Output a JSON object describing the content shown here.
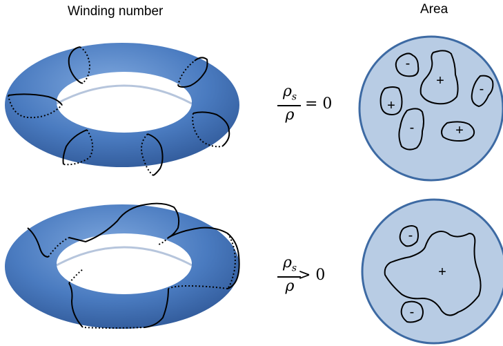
{
  "headings": {
    "left": "Winding number",
    "right": "Area"
  },
  "formulas": {
    "top": {
      "numerator": "ρ",
      "numerator_sub": "s",
      "denominator": "ρ",
      "relation": "= 0"
    },
    "bottom": {
      "numerator": "ρ",
      "numerator_sub": "s",
      "denominator": "ρ",
      "relation": "> 0"
    }
  },
  "signs": {
    "top": [
      "-",
      "+",
      "-",
      "+",
      "-",
      "+"
    ],
    "bottom": [
      "-",
      "+",
      "-"
    ]
  },
  "colors": {
    "torus_light": "#6f9bd6",
    "torus_mid": "#4a7bc0",
    "torus_dark": "#2c5591",
    "disc_fill": "#b8cce4",
    "disc_stroke": "#3d6aa3"
  }
}
